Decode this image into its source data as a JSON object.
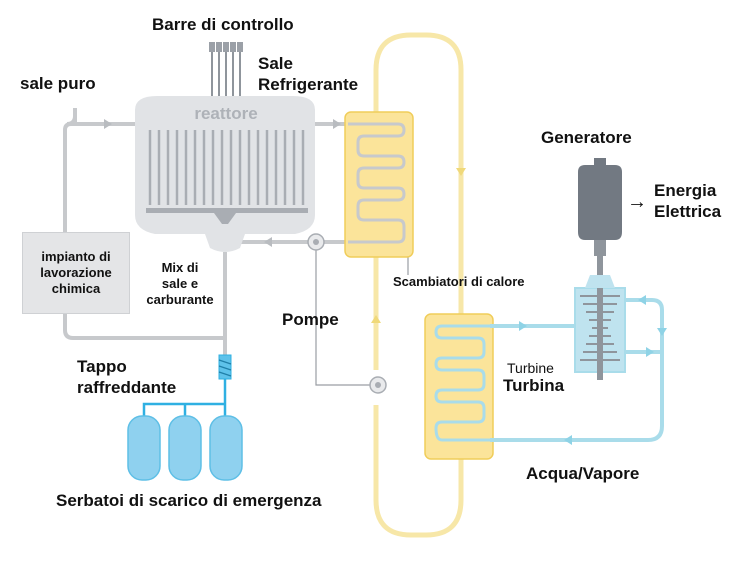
{
  "labels": {
    "control_rods": "Barre di controllo",
    "pure_salt": "sale puro",
    "coolant_salt_1": "Sale",
    "coolant_salt_2": "Refrigerante",
    "reactor": "reattore",
    "chem_plant_1": "impianto di",
    "chem_plant_2": "lavorazione",
    "chem_plant_3": "chimica",
    "mix_1": "Mix di",
    "mix_2": "sale e",
    "mix_3": "carburante",
    "pumps": "Pompe",
    "heat_exchangers": "Scambiatori di calore",
    "generator": "Generatore",
    "energy_1": "Energia",
    "energy_2": "Elettrica",
    "arrow": "→",
    "turbine_small": "Turbine",
    "turbine_big": "Turbina",
    "freeze_plug_1": "Tappo",
    "freeze_plug_2": "raffreddante",
    "water_steam": "Acqua/Vapore",
    "drain_tanks": "Serbatoi di scarico di emergenza"
  },
  "colors": {
    "gray_pipe": "#c7c9cc",
    "reactor_body": "#e1e3e6",
    "reactor_tubes": "#a9adb3",
    "yellow_loop": "#f7e7a8",
    "exchanger_fill": "#fbe49a",
    "exchanger_border": "#f0cd5a",
    "blue_pipe": "#a9dcea",
    "tank_fill": "#8fd1ef",
    "tank_pipe": "#2fb0e2",
    "generator_fill": "#727982",
    "turbine_fill": "#bfe3ef"
  }
}
